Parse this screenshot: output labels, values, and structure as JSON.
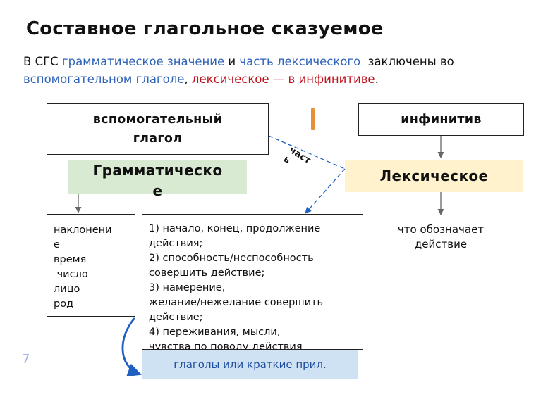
{
  "title": "Составное глагольное сказуемое",
  "lead": {
    "p1": "В СГС ",
    "p2": "грамматическое значение",
    "p3": " и ",
    "p4": "часть лексического",
    "p5": "  заключены во ",
    "p6": "вспомогательном глаголе",
    "p7": ", ",
    "p8": "лексическое — в инфинитиве",
    "p9": "."
  },
  "aux_verb": "вспомогательный\nглагол",
  "infinitive": "инфинитив",
  "grammatical": "Грамматическо\nе",
  "lexical": "Лексическое",
  "part_label": "част\nь",
  "categories": [
    "наклонени",
    "е",
    "время",
    " число",
    "лицо",
    "род"
  ],
  "meanings": [
    "1) начало, конец, продолжение",
    "действия;",
    "2) способность/неспособность",
    "совершить действие;",
    "3) намерение,",
    "желание/нежелание совершить",
    "действие;",
    "4) переживания, мысли,",
    "чувства по поводу действия"
  ],
  "lexical_meaning": "что обозначает действие",
  "verbs_note": "глаголы или краткие прил.",
  "page_number": "7",
  "colors": {
    "blue_text": "#2f63b8",
    "red_text": "#c0121c",
    "grammatical_fill": "#d9ead3",
    "lexical_fill": "#fff2cc",
    "note_fill": "#cfe2f3",
    "marker": "#e69138"
  }
}
